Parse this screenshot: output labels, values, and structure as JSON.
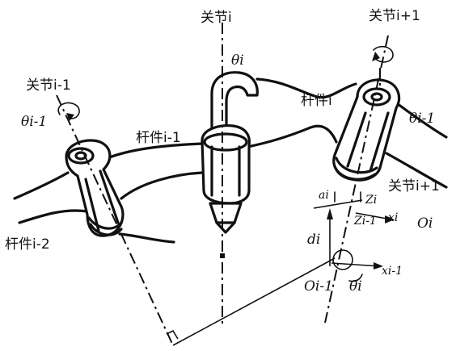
{
  "labels": {
    "joint_i_minus_1": "关节i-1",
    "joint_i": "关节i",
    "joint_i_plus_1_top": "关节i+1",
    "joint_i_plus_1_side": "关节i+1",
    "link_i_minus_1": "杆件i-1",
    "link_i": "杆件i",
    "link_i_minus_2": "杆件i-2",
    "theta_i_top": "θi",
    "theta_i_minus_1_left": "θi-1",
    "theta_i_minus_1_right": "θi-1",
    "theta_i_bottom": "θi",
    "a_i": "ai",
    "d_i": "di",
    "Z_i": "Zi",
    "Z_i_minus_1": "Zi-1",
    "x_i": "xi",
    "x_i_minus_1": "xi-1",
    "O_i": "Oi",
    "O_i_minus_1": "Oi-1"
  }
}
